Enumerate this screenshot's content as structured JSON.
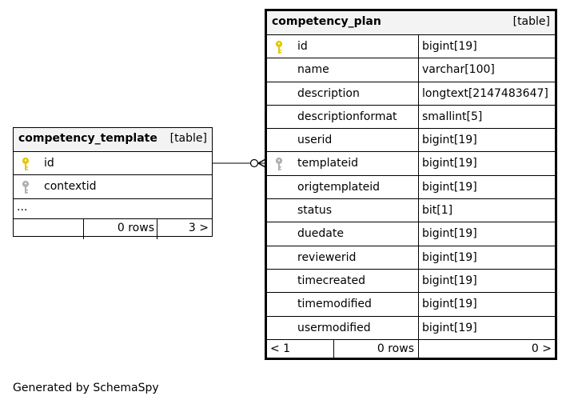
{
  "generated_by": "Generated by SchemaSpy",
  "template_table": {
    "name": "competency_template",
    "type_label": "[table]",
    "columns": [
      {
        "name": "id",
        "key": "primary"
      },
      {
        "name": "contextid",
        "key": "foreign"
      }
    ],
    "ellipsis": "...",
    "footer": {
      "rows": "0 rows",
      "children": "3 >"
    }
  },
  "plan_table": {
    "name": "competency_plan",
    "type_label": "[table]",
    "columns": [
      {
        "name": "id",
        "type": "bigint[19]",
        "key": "primary"
      },
      {
        "name": "name",
        "type": "varchar[100]",
        "key": ""
      },
      {
        "name": "description",
        "type": "longtext[2147483647]",
        "key": ""
      },
      {
        "name": "descriptionformat",
        "type": "smallint[5]",
        "key": ""
      },
      {
        "name": "userid",
        "type": "bigint[19]",
        "key": ""
      },
      {
        "name": "templateid",
        "type": "bigint[19]",
        "key": "foreign"
      },
      {
        "name": "origtemplateid",
        "type": "bigint[19]",
        "key": ""
      },
      {
        "name": "status",
        "type": "bit[1]",
        "key": ""
      },
      {
        "name": "duedate",
        "type": "bigint[19]",
        "key": ""
      },
      {
        "name": "reviewerid",
        "type": "bigint[19]",
        "key": ""
      },
      {
        "name": "timecreated",
        "type": "bigint[19]",
        "key": ""
      },
      {
        "name": "timemodified",
        "type": "bigint[19]",
        "key": ""
      },
      {
        "name": "usermodified",
        "type": "bigint[19]",
        "key": ""
      }
    ],
    "footer": {
      "parents": "< 1",
      "rows": "0 rows",
      "children": "0 >"
    }
  },
  "colors": {
    "primary_key": "#e6c700",
    "foreign_key": "#b0b0b0",
    "header_bg": "#f3f3f3"
  }
}
